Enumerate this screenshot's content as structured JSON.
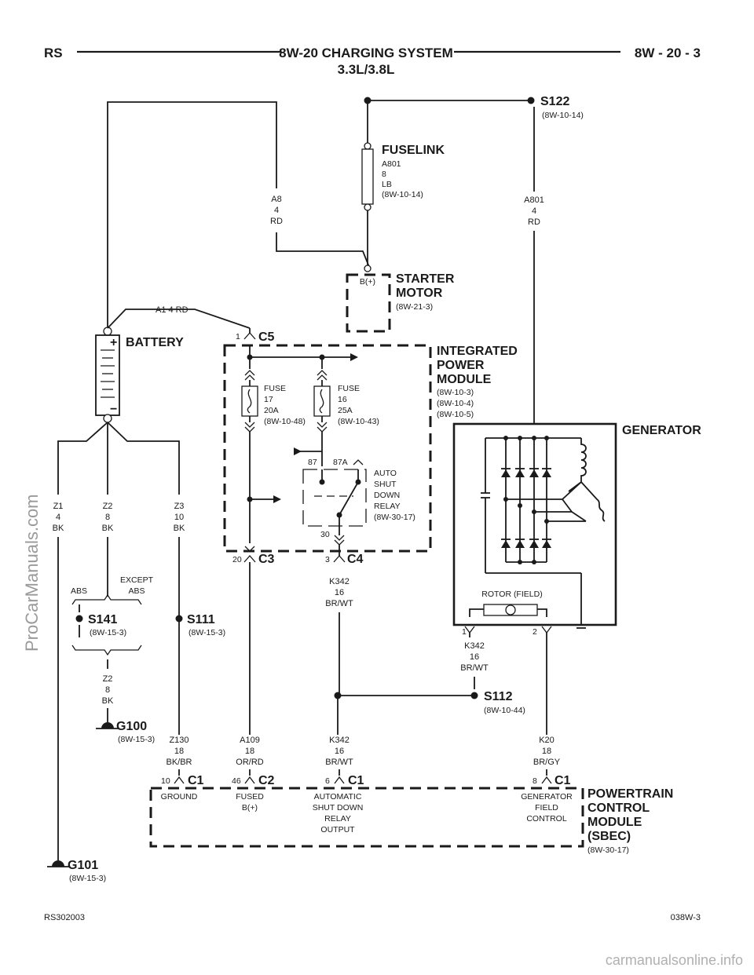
{
  "header": {
    "left": "RS",
    "title": "8W-20 CHARGING SYSTEM",
    "subtitle": "3.3L/3.8L",
    "right": "8W - 20 - 3"
  },
  "footer": {
    "left": "RS302003",
    "right": "038W-3"
  },
  "splices": {
    "s122": {
      "name": "S122",
      "ref": "(8W-10-14)"
    },
    "s141": {
      "name": "S141",
      "ref": "(8W-15-3)"
    },
    "s111": {
      "name": "S111",
      "ref": "(8W-15-3)"
    },
    "s112": {
      "name": "S112",
      "ref": "(8W-10-44)"
    }
  },
  "grounds": {
    "g100": {
      "name": "G100",
      "ref": "(8W-15-3)"
    },
    "g101": {
      "name": "G101",
      "ref": "(8W-15-3)"
    }
  },
  "components": {
    "fuselink": {
      "name": "FUSELINK",
      "lines": [
        "A801",
        "8",
        "LB",
        "(8W-10-14)"
      ]
    },
    "starter": {
      "name1": "STARTER",
      "name2": "MOTOR",
      "ref": "(8W-21-3)",
      "pin": "B(+)"
    },
    "battery": {
      "name": "BATTERY",
      "plus": "+",
      "minus": "−"
    },
    "ipm": {
      "name1": "INTEGRATED",
      "name2": "POWER",
      "name3": "MODULE",
      "refs": [
        "(8W-10-3)",
        "(8W-10-4)",
        "(8W-10-5)"
      ]
    },
    "fuse17": {
      "lines": [
        "FUSE",
        "17",
        "20A",
        "(8W-10-48)"
      ]
    },
    "fuse16": {
      "lines": [
        "FUSE",
        "16",
        "25A",
        "(8W-10-43)"
      ]
    },
    "asd": {
      "lines": [
        "AUTO",
        "SHUT",
        "DOWN",
        "RELAY",
        "(8W-30-17)"
      ],
      "pin87": "87",
      "pin87a": "87A",
      "pin30": "30"
    },
    "generator": {
      "name": "GENERATOR",
      "rotor": "ROTOR (FIELD)",
      "pin1": "1",
      "pin2": "2"
    },
    "pcm": {
      "name1": "POWERTRAIN",
      "name2": "CONTROL",
      "name3": "MODULE",
      "name4": "(SBEC)",
      "ref": "(8W-30-17)"
    }
  },
  "connectors": {
    "c5": {
      "pin": "1",
      "name": "C5"
    },
    "c3": {
      "pin": "20",
      "name": "C3"
    },
    "c4": {
      "pin": "3",
      "name": "C4"
    },
    "pcm_c1a": {
      "pin": "10",
      "name": "C1",
      "func": [
        "GROUND"
      ]
    },
    "pcm_c2": {
      "pin": "46",
      "name": "C2",
      "func": [
        "FUSED",
        "B(+)"
      ]
    },
    "pcm_c1b": {
      "pin": "6",
      "name": "C1",
      "func": [
        "AUTOMATIC",
        "SHUT DOWN",
        "RELAY",
        "OUTPUT"
      ]
    },
    "pcm_c1c": {
      "pin": "8",
      "name": "C1",
      "func": [
        "GENERATOR",
        "FIELD",
        "CONTROL"
      ]
    }
  },
  "wires": {
    "a8": [
      "A8",
      "4",
      "RD"
    ],
    "a801": [
      "A801",
      "4",
      "RD"
    ],
    "a1": "A1   4 RD",
    "z1": [
      "Z1",
      "4",
      "BK"
    ],
    "z2": [
      "Z2",
      "8",
      "BK"
    ],
    "z3": [
      "Z3",
      "10",
      "BK"
    ],
    "z2b": [
      "Z2",
      "8",
      "BK"
    ],
    "k342a": [
      "K342",
      "16",
      "BR/WT"
    ],
    "k342b": [
      "K342",
      "16",
      "BR/WT"
    ],
    "k342c": [
      "K342",
      "16",
      "BR/WT"
    ],
    "z130": [
      "Z130",
      "18",
      "BK/BR"
    ],
    "a109": [
      "A109",
      "18",
      "OR/RD"
    ],
    "k20": [
      "K20",
      "18",
      "BR/GY"
    ]
  },
  "options": {
    "abs": "ABS",
    "except1": "EXCEPT",
    "except2": "ABS"
  },
  "watermarks": {
    "side": "ProCarManuals.com",
    "bottom": "carmanualsonline.info"
  }
}
